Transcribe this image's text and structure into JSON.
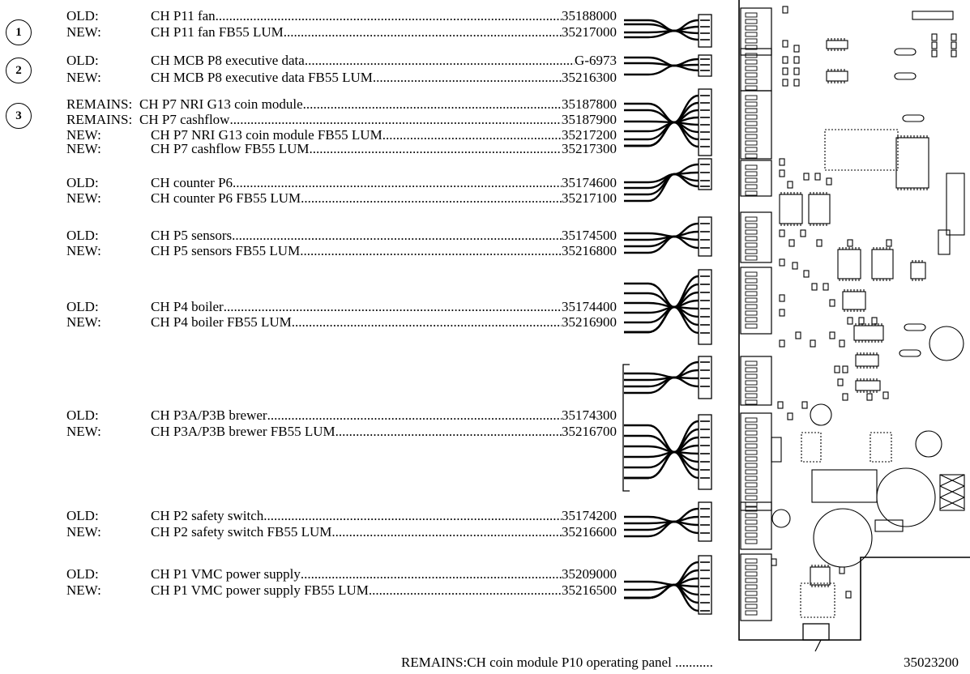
{
  "rows": [
    {
      "status": "OLD:",
      "name": "CH P11 fan",
      "code": "35188000"
    },
    {
      "status": "NEW:",
      "name": "CH P11 fan FB55 LUM",
      "code": "35217000"
    },
    {
      "status": "OLD:",
      "name": "CH  MCB  P8  executive  data",
      "code": "G-6973"
    },
    {
      "status": "NEW:",
      "name": "CH  MCB  P8  executive  data  FB55  LUM",
      "code": "35216300"
    },
    {
      "status": "REMAINS:",
      "name": "CH P7 NRI G13 coin module",
      "code": "35187800"
    },
    {
      "status": "REMAINS:",
      "name": "CH P7 cashflow",
      "code": "35187900"
    },
    {
      "status": "NEW:",
      "name": "CH P7 NRI G13 coin module FB55 LUM",
      "code": "35217200"
    },
    {
      "status": "NEW:",
      "name": "CH P7 cashflow FB55 LUM",
      "code": "35217300"
    },
    {
      "status": "OLD:",
      "name": "CH counter P6",
      "code": "35174600"
    },
    {
      "status": "NEW:",
      "name": "CH counter P6 FB55 LUM",
      "code": "35217100"
    },
    {
      "status": "OLD:",
      "name": "CH P5 sensors",
      "code": "35174500"
    },
    {
      "status": "NEW:",
      "name": "CH P5 sensors FB55 LUM",
      "code": "35216800"
    },
    {
      "status": "OLD:",
      "name": "CH P4 boiler",
      "code": "35174400"
    },
    {
      "status": "NEW:",
      "name": "CH P4 boiler FB55 LUM",
      "code": "35216900"
    },
    {
      "status": "OLD:",
      "name": "CH P3A/P3B brewer",
      "code": "35174300"
    },
    {
      "status": "NEW:",
      "name": "CH P3A/P3B brewer FB55 LUM",
      "code": "35216700"
    },
    {
      "status": "OLD:",
      "name": "CH P2 safety switch",
      "code": "35174200"
    },
    {
      "status": "NEW:",
      "name": "CH P2 safety switch FB55 LUM",
      "code": "35216600"
    },
    {
      "status": "OLD:",
      "name": "CH P1 VMC power supply",
      "code": "35209000"
    },
    {
      "status": "NEW:",
      "name": "CH P1 VMC power supply FB55 LUM",
      "code": "35216500"
    }
  ],
  "markers": [
    "1",
    "2",
    "3"
  ],
  "footer": {
    "text": "REMAINS:CH coin module P10 operating panel ...........",
    "code": "35023200"
  }
}
